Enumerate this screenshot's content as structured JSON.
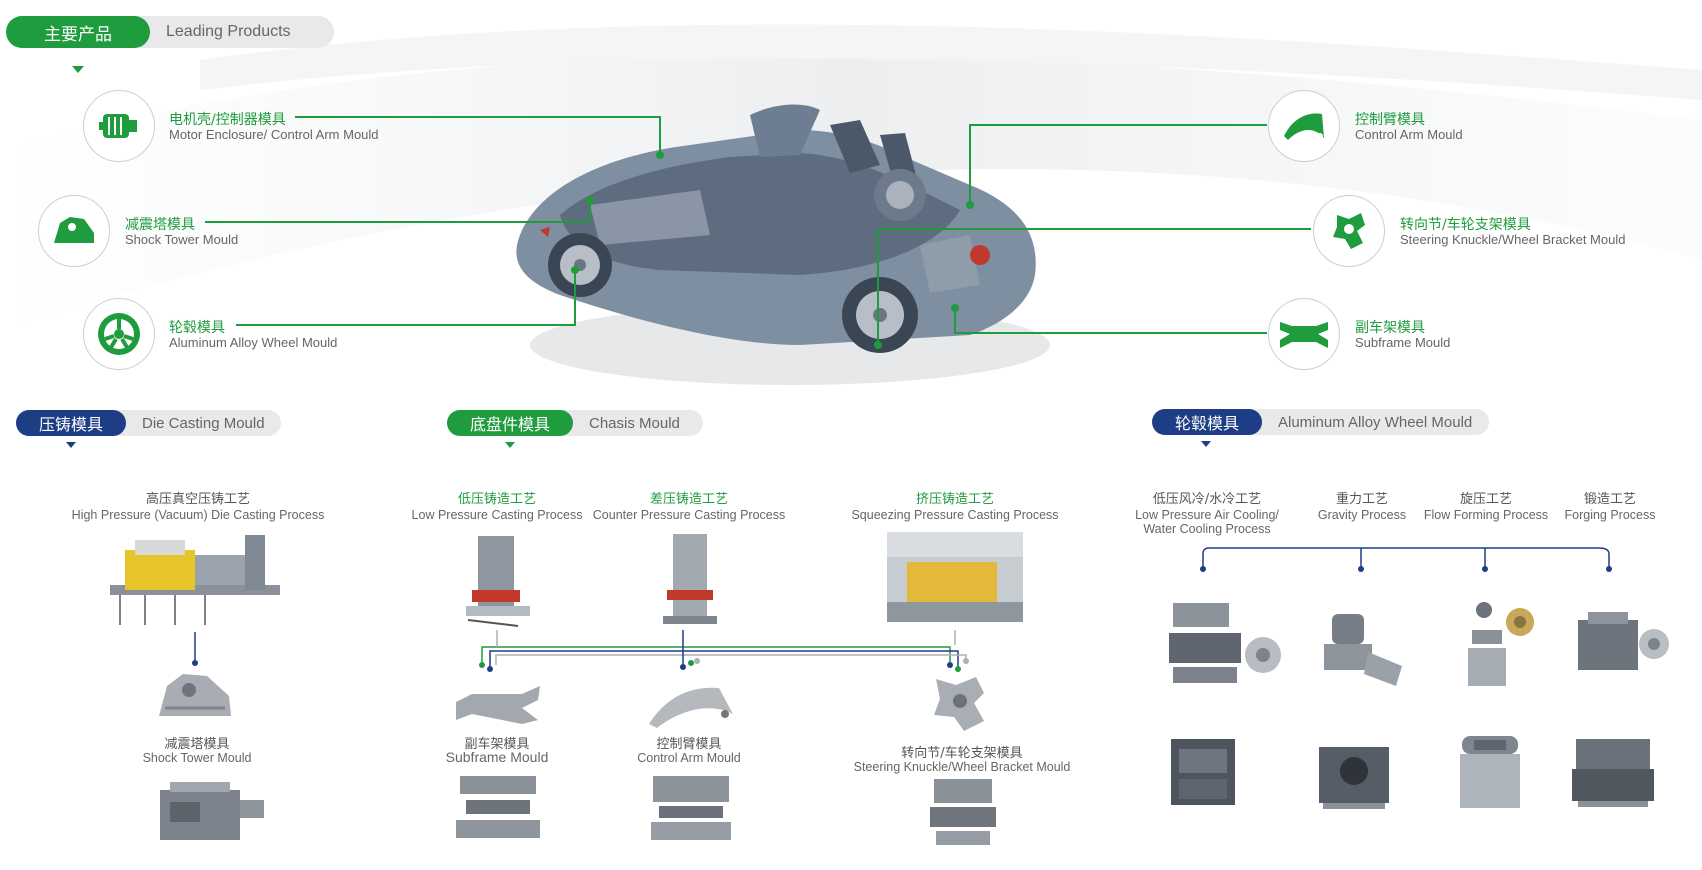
{
  "header": {
    "cn": "主要产品",
    "en": "Leading Products"
  },
  "products_left": [
    {
      "cn": "电机壳/控制器模具",
      "en": "Motor Enclosure/ Control Arm Mould",
      "icon": "motor-icon"
    },
    {
      "cn": "减震塔模具",
      "en": "Shock Tower Mould",
      "icon": "shock-tower-icon"
    },
    {
      "cn": "轮毂模具",
      "en": "Aluminum Alloy Wheel Mould",
      "icon": "wheel-icon"
    }
  ],
  "products_right": [
    {
      "cn": "控制臂模具",
      "en": "Control Arm Mould",
      "icon": "control-arm-icon"
    },
    {
      "cn": "转向节/车轮支架模具",
      "en": "Steering Knuckle/Wheel Bracket Mould",
      "icon": "steering-knuckle-icon"
    },
    {
      "cn": "副车架模具",
      "en": "Subframe Mould",
      "icon": "subframe-icon"
    }
  ],
  "sections": {
    "die_casting": {
      "cn": "压铸模具",
      "en": "Die Casting Mould"
    },
    "chassis": {
      "cn": "底盘件模具",
      "en": "Chasis Mould"
    },
    "wheel": {
      "cn": "轮毂模具",
      "en": "Aluminum Alloy Wheel Mould"
    }
  },
  "die_casting": {
    "process_cn": "高压真空压铸工艺",
    "process_en": "High Pressure (Vacuum) Die Casting Process",
    "part_cn": "减震塔模具",
    "part_en": "Shock Tower Mould"
  },
  "chassis": {
    "processes": [
      {
        "cn": "低压铸造工艺",
        "en": "Low Pressure Casting Process"
      },
      {
        "cn": "差压铸造工艺",
        "en": "Counter Pressure Casting Process"
      },
      {
        "cn": "挤压铸造工艺",
        "en": "Squeezing Pressure Casting Process"
      }
    ],
    "parts": [
      {
        "cn": "副车架模具",
        "en": "Subframe Mould"
      },
      {
        "cn": "控制臂模具",
        "en": "Control Arm Mould"
      },
      {
        "cn": "转向节/车轮支架模具",
        "en": "Steering Knuckle/Wheel Bracket Mould"
      }
    ]
  },
  "wheel": {
    "processes": [
      {
        "cn": "低压风冷/水冷工艺",
        "en1": "Low Pressure Air Cooling/",
        "en2": "Water Cooling Process"
      },
      {
        "cn": "重力工艺",
        "en1": "Gravity Process",
        "en2": ""
      },
      {
        "cn": "旋压工艺",
        "en1": "Flow Forming Process",
        "en2": ""
      },
      {
        "cn": "锻造工艺",
        "en1": "Forging Process",
        "en2": ""
      }
    ]
  },
  "colors": {
    "green": "#1f9c3e",
    "navy": "#1d3d85",
    "pill_gray": "#e9e9e9"
  }
}
